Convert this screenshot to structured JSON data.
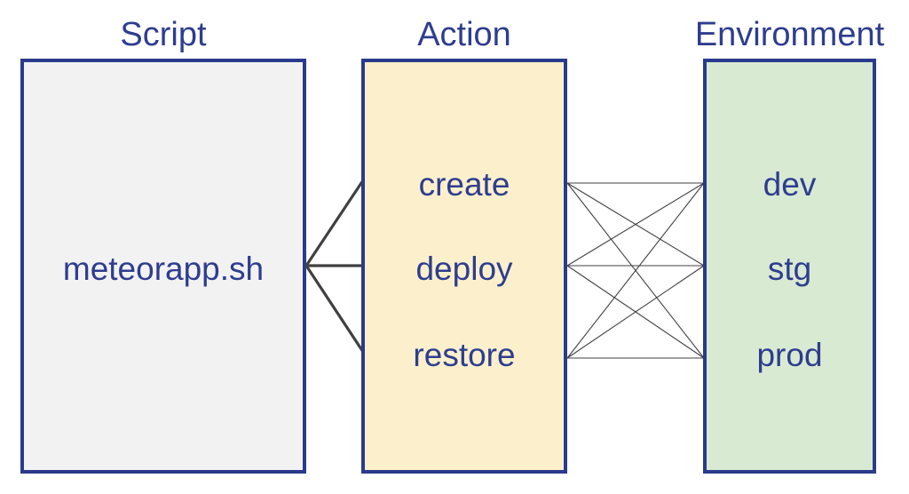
{
  "columns": {
    "script": {
      "heading": "Script",
      "items": [
        "meteorapp.sh"
      ],
      "fill": "#f2f2f2"
    },
    "action": {
      "heading": "Action",
      "items": [
        "create",
        "deploy",
        "restore"
      ],
      "fill": "#fcf0cc"
    },
    "environment": {
      "heading": "Environment",
      "items": [
        "dev",
        "stg",
        "prod"
      ],
      "fill": "#d9ead3"
    }
  },
  "colors": {
    "text": "#2e3d8f",
    "border": "#2a3a8c",
    "thick_line": "#404040",
    "thin_line": "#404040"
  }
}
